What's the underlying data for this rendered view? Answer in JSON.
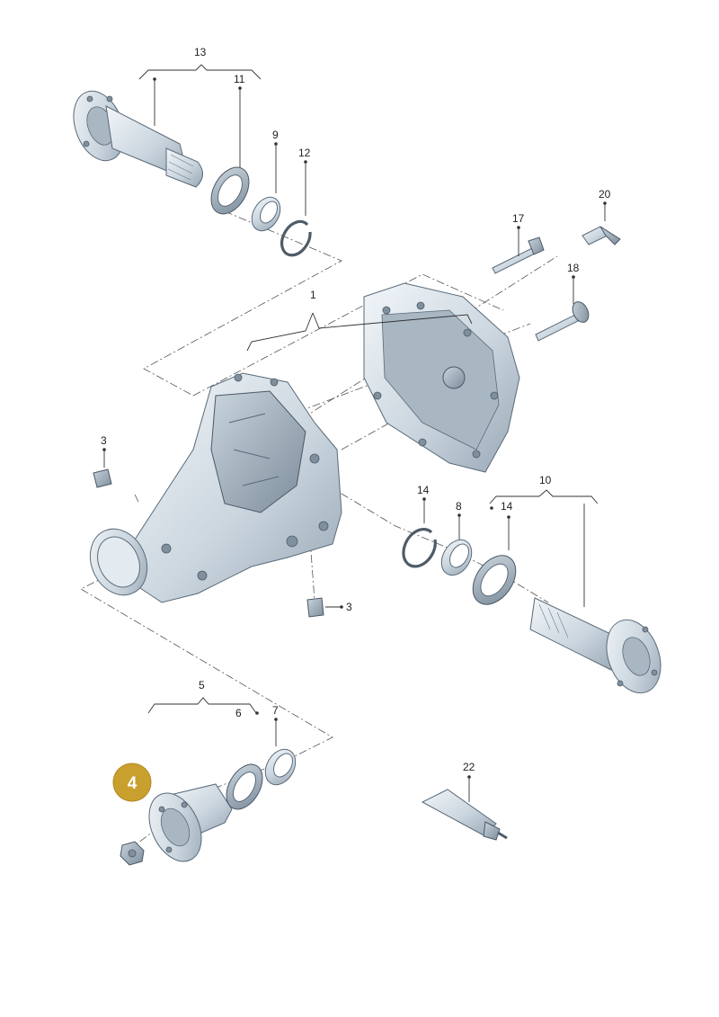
{
  "callouts": [
    {
      "id": "c1",
      "text": "1"
    },
    {
      "id": "c3a",
      "text": "3"
    },
    {
      "id": "c3b",
      "text": "3"
    },
    {
      "id": "c5",
      "text": "5"
    },
    {
      "id": "c6",
      "text": "6"
    },
    {
      "id": "c7",
      "text": "7"
    },
    {
      "id": "c8",
      "text": "8"
    },
    {
      "id": "c9",
      "text": "9"
    },
    {
      "id": "c10",
      "text": "10"
    },
    {
      "id": "c11",
      "text": "11"
    },
    {
      "id": "c12",
      "text": "12"
    },
    {
      "id": "c13",
      "text": "13"
    },
    {
      "id": "c14a",
      "text": "14"
    },
    {
      "id": "c14b",
      "text": "14"
    },
    {
      "id": "c17",
      "text": "17"
    },
    {
      "id": "c18",
      "text": "18"
    },
    {
      "id": "c20",
      "text": "20"
    },
    {
      "id": "c22",
      "text": "22"
    }
  ],
  "badge": {
    "text": "4",
    "color": "#c9a02e"
  },
  "colors": {
    "metal_light": "#eef3f7",
    "metal_mid": "#c5d1db",
    "metal_dark": "#8e9eac",
    "outline": "#5a6a78"
  }
}
